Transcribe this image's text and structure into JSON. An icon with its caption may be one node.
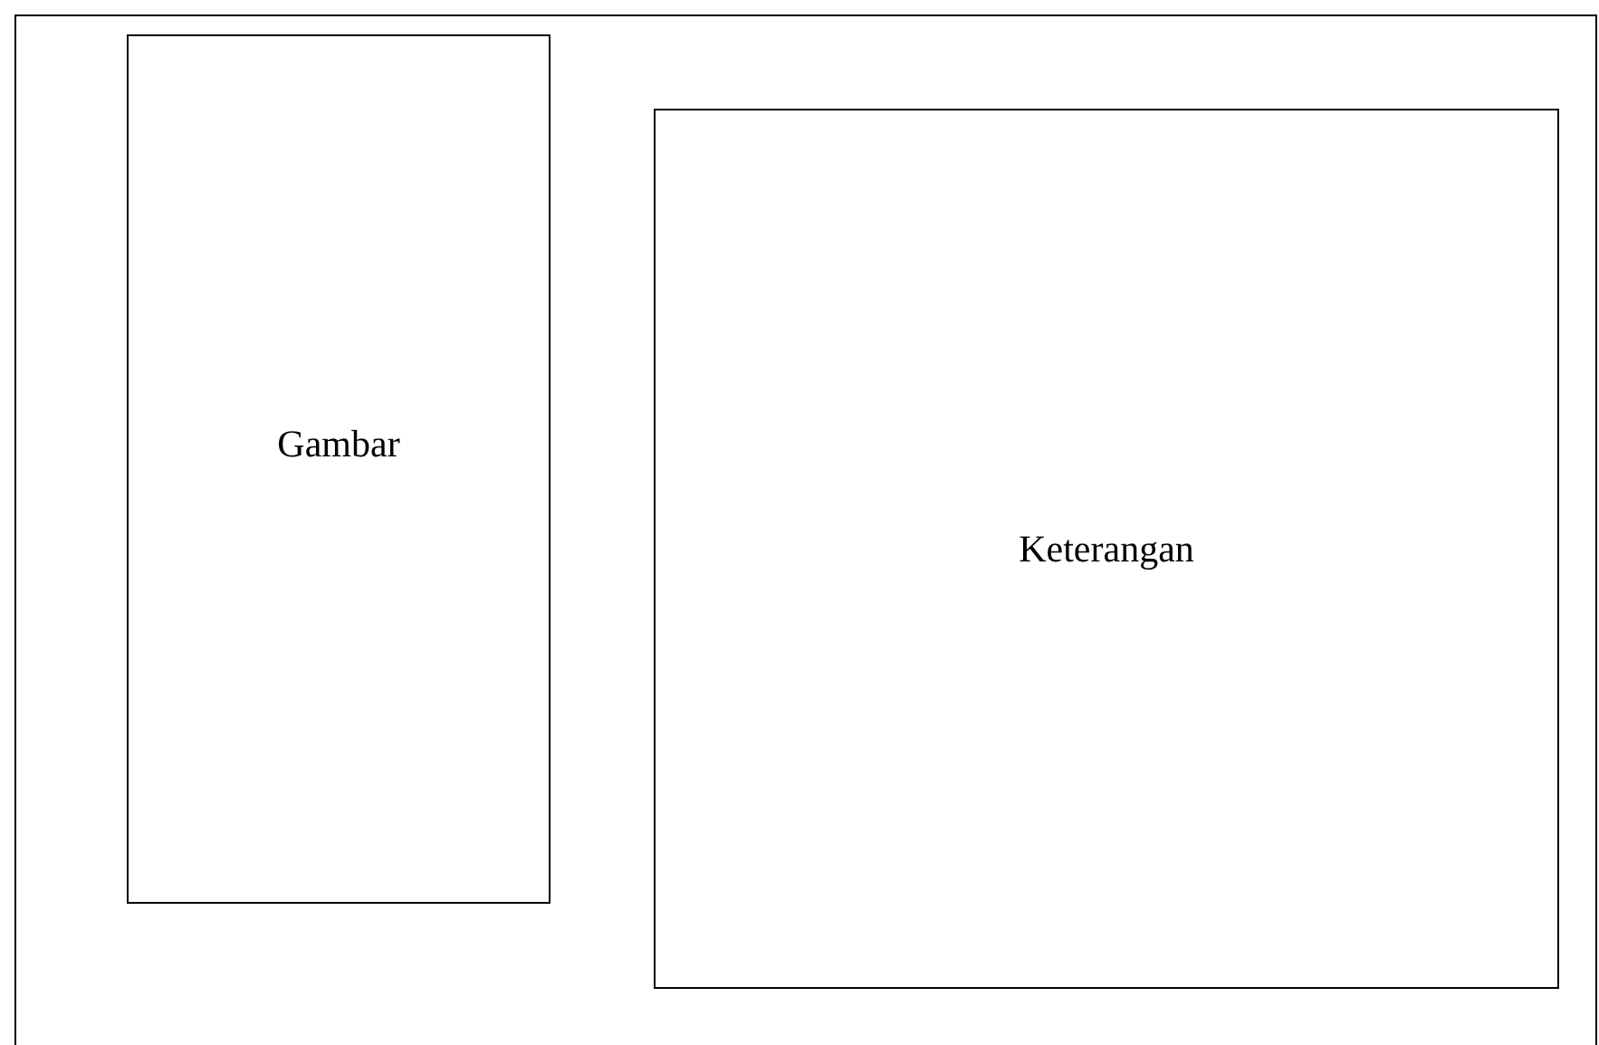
{
  "diagram": {
    "nodes": [
      {
        "text": [],
        "shape": "box"
      },
      {
        "text": [
          "Gambar"
        ],
        "in": 0
      },
      {
        "text": [
          "Keterangan"
        ],
        "in": 0
      }
    ]
  }
}
